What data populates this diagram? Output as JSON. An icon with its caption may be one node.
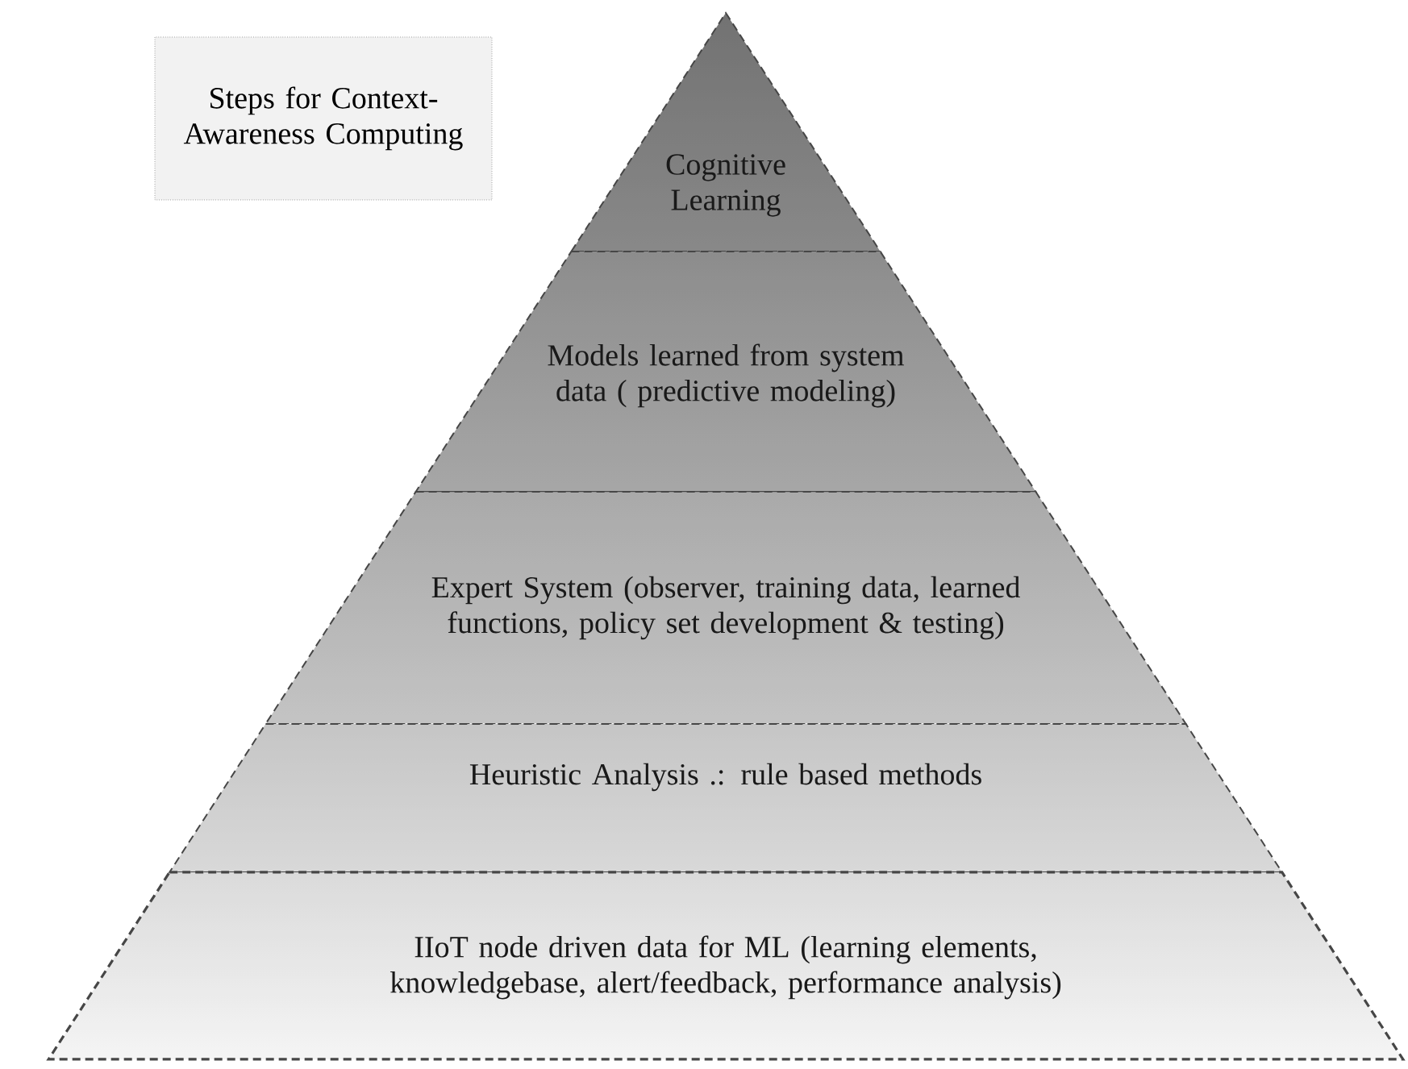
{
  "diagram": {
    "nodes": [
      {
        "text": [
          "Steps for Context-Awareness Computing"
        ]
      },
      {
        "text": [
          "Cognitive Learning"
        ]
      },
      {
        "text": [
          "Models learned from system data ( predictive modeling)"
        ]
      },
      {
        "text": [
          "Expert System (observer, training data, learned functions, policy set development & testing)"
        ]
      },
      {
        "text": [
          "Heuristic Analysis .: rule based methods"
        ]
      },
      {
        "text": [
          "IIoT node driven data for ML (learning elements, knowledgebase, alert/feedback, performance analysis)"
        ]
      }
    ]
  }
}
